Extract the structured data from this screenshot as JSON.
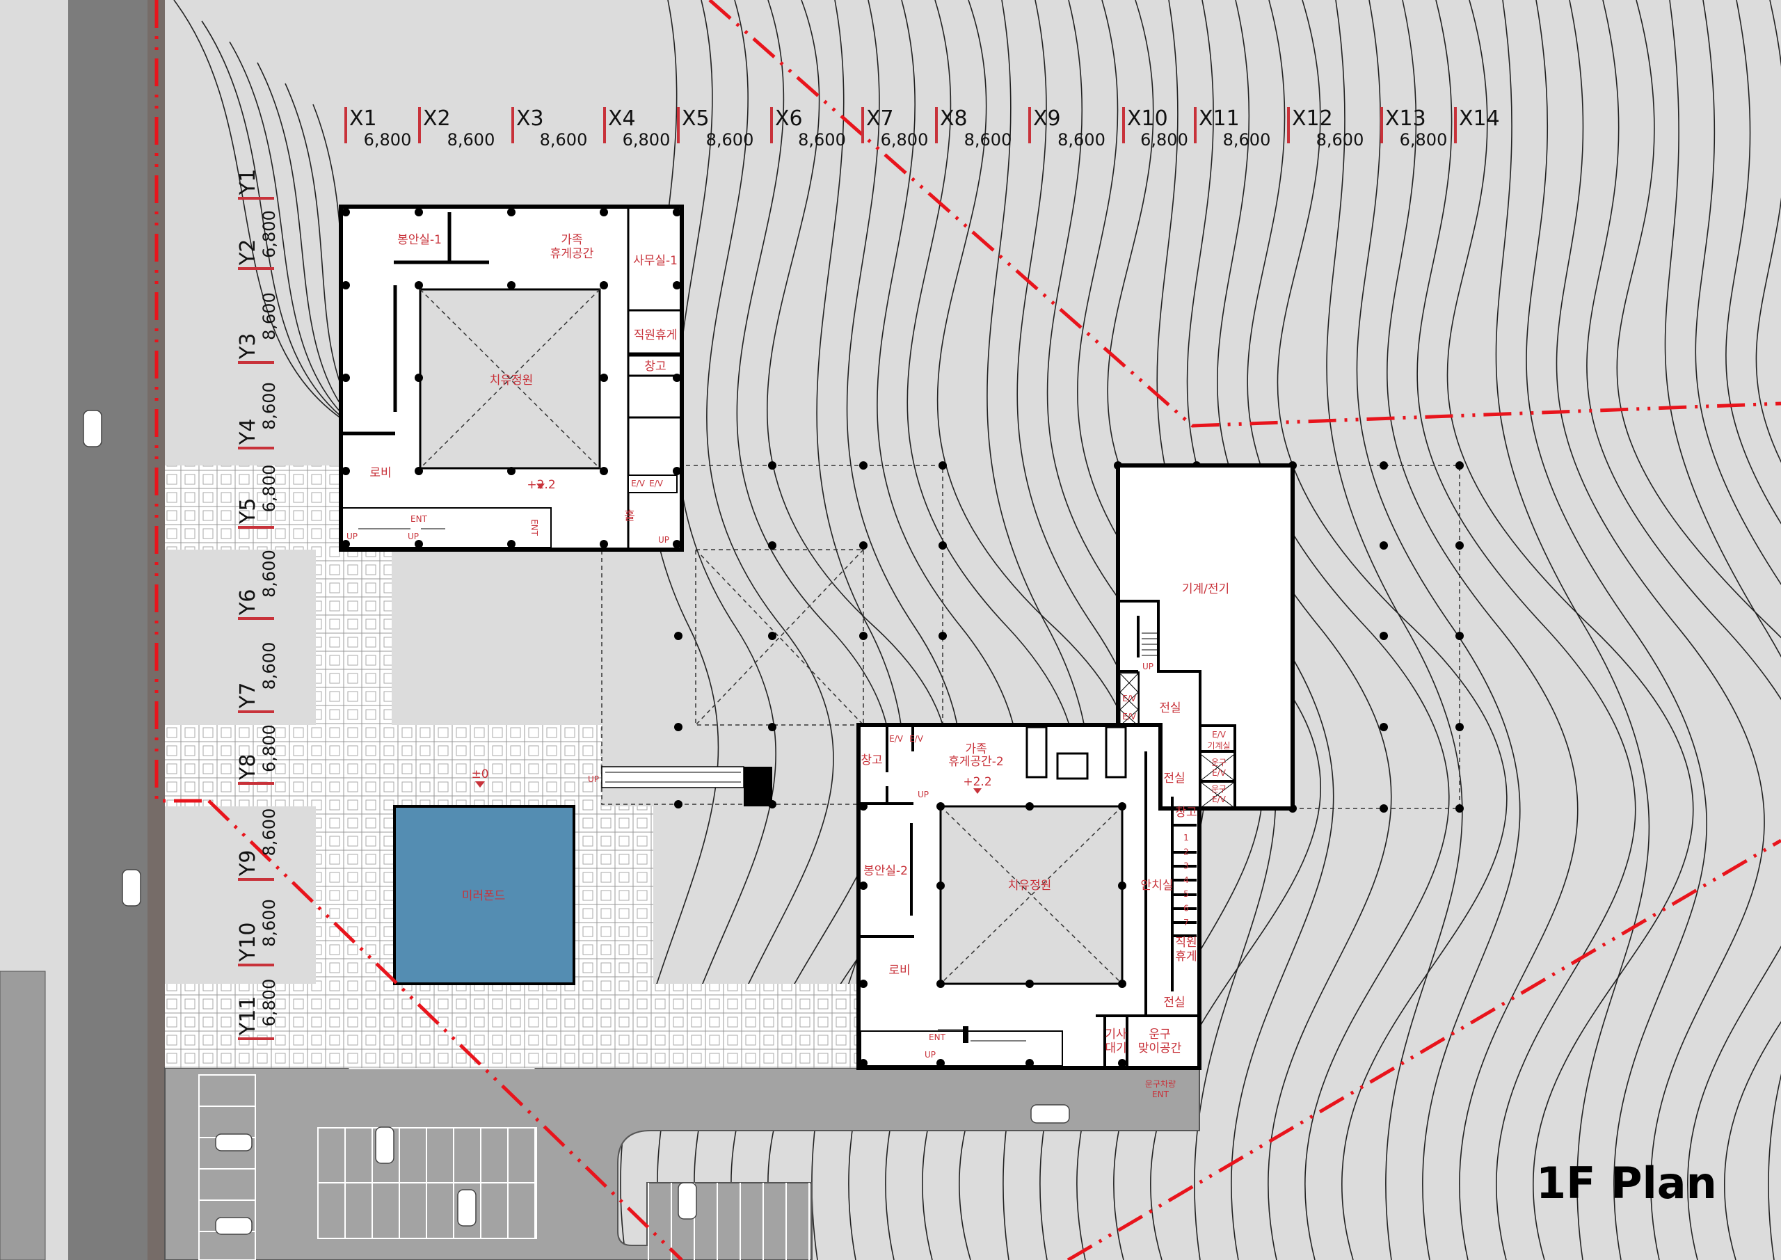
{
  "title": "1F Plan",
  "colors": {
    "background": "#dcdcdc",
    "road": "#7c7c7c",
    "road_edge": "#766c68",
    "parking": "#a3a3a3",
    "pond": "#548db2",
    "label": "#c8323a",
    "boundary": "#e8141c"
  },
  "grid": {
    "x_labels": [
      "X1",
      "X2",
      "X3",
      "X4",
      "X5",
      "X6",
      "X7",
      "X8",
      "X9",
      "X10",
      "X11",
      "X12",
      "X13",
      "X14"
    ],
    "x_spacing": [
      "6,800",
      "8,600",
      "8,600",
      "6,800",
      "8,600",
      "8,600",
      "6,800",
      "8,600",
      "8,600",
      "6,800",
      "8,600",
      "8,600",
      "6,800"
    ],
    "y_labels": [
      "Y1",
      "Y2",
      "Y3",
      "Y4",
      "Y5",
      "Y6",
      "Y7",
      "Y8",
      "Y9",
      "Y10",
      "Y11"
    ],
    "y_spacing": [
      "6,800",
      "8,600",
      "8,600",
      "6,800",
      "8,600",
      "8,600",
      "6,800",
      "8,600",
      "8,600",
      "6,800"
    ]
  },
  "building1": {
    "bongan": "봉안실-1",
    "family_1": "가족",
    "family_2": "휴게공간",
    "office": "사무실-1",
    "staff_rest": "직원휴게",
    "storage": "창고",
    "garden": "치유정원",
    "lobby": "로비",
    "level": "+2.2",
    "ent": "ENT",
    "ent_side": "ENT",
    "hall": "홀",
    "ev1": "E/V",
    "ev2": "E/V",
    "up1": "UP",
    "up2": "UP",
    "up3": "UP"
  },
  "building2": {
    "mech": "기계/전기",
    "anteroom": "전실",
    "ev1": "E/V",
    "ev2": "E/V",
    "ev_mech_1": "E/V",
    "ev_mech_2": "기계실",
    "hearse_ev_1a": "운구",
    "hearse_ev_1b": "E/V",
    "hearse_ev_2a": "운구",
    "hearse_ev_2b": "E/V",
    "up": "UP"
  },
  "building3": {
    "family_1": "가족",
    "family_2": "휴게공간-2",
    "level": "+2.2",
    "storage": "창고",
    "ev1": "E/V",
    "ev2": "E/V",
    "up": "UP",
    "bongan": "봉안실-2",
    "garden": "치유정원",
    "lobby": "로비",
    "mortuary": "안치실",
    "anteroom_top": "전실",
    "anteroom_bottom": "전실",
    "storage2": "창고",
    "slots": [
      "1",
      "2",
      "3",
      "4",
      "5",
      "6",
      "7"
    ],
    "staff_1": "직원",
    "staff_2": "휴게",
    "driver_1": "기사",
    "driver_2": "대기",
    "reception_1": "운구",
    "reception_2": "맞이공간",
    "ent": "ENT",
    "up2": "UP",
    "hearse_ent_1": "운구차량",
    "hearse_ent_2": "ENT"
  },
  "site": {
    "pond": "미러폰드",
    "pond_level": "±0",
    "ramp_up": "UP"
  }
}
